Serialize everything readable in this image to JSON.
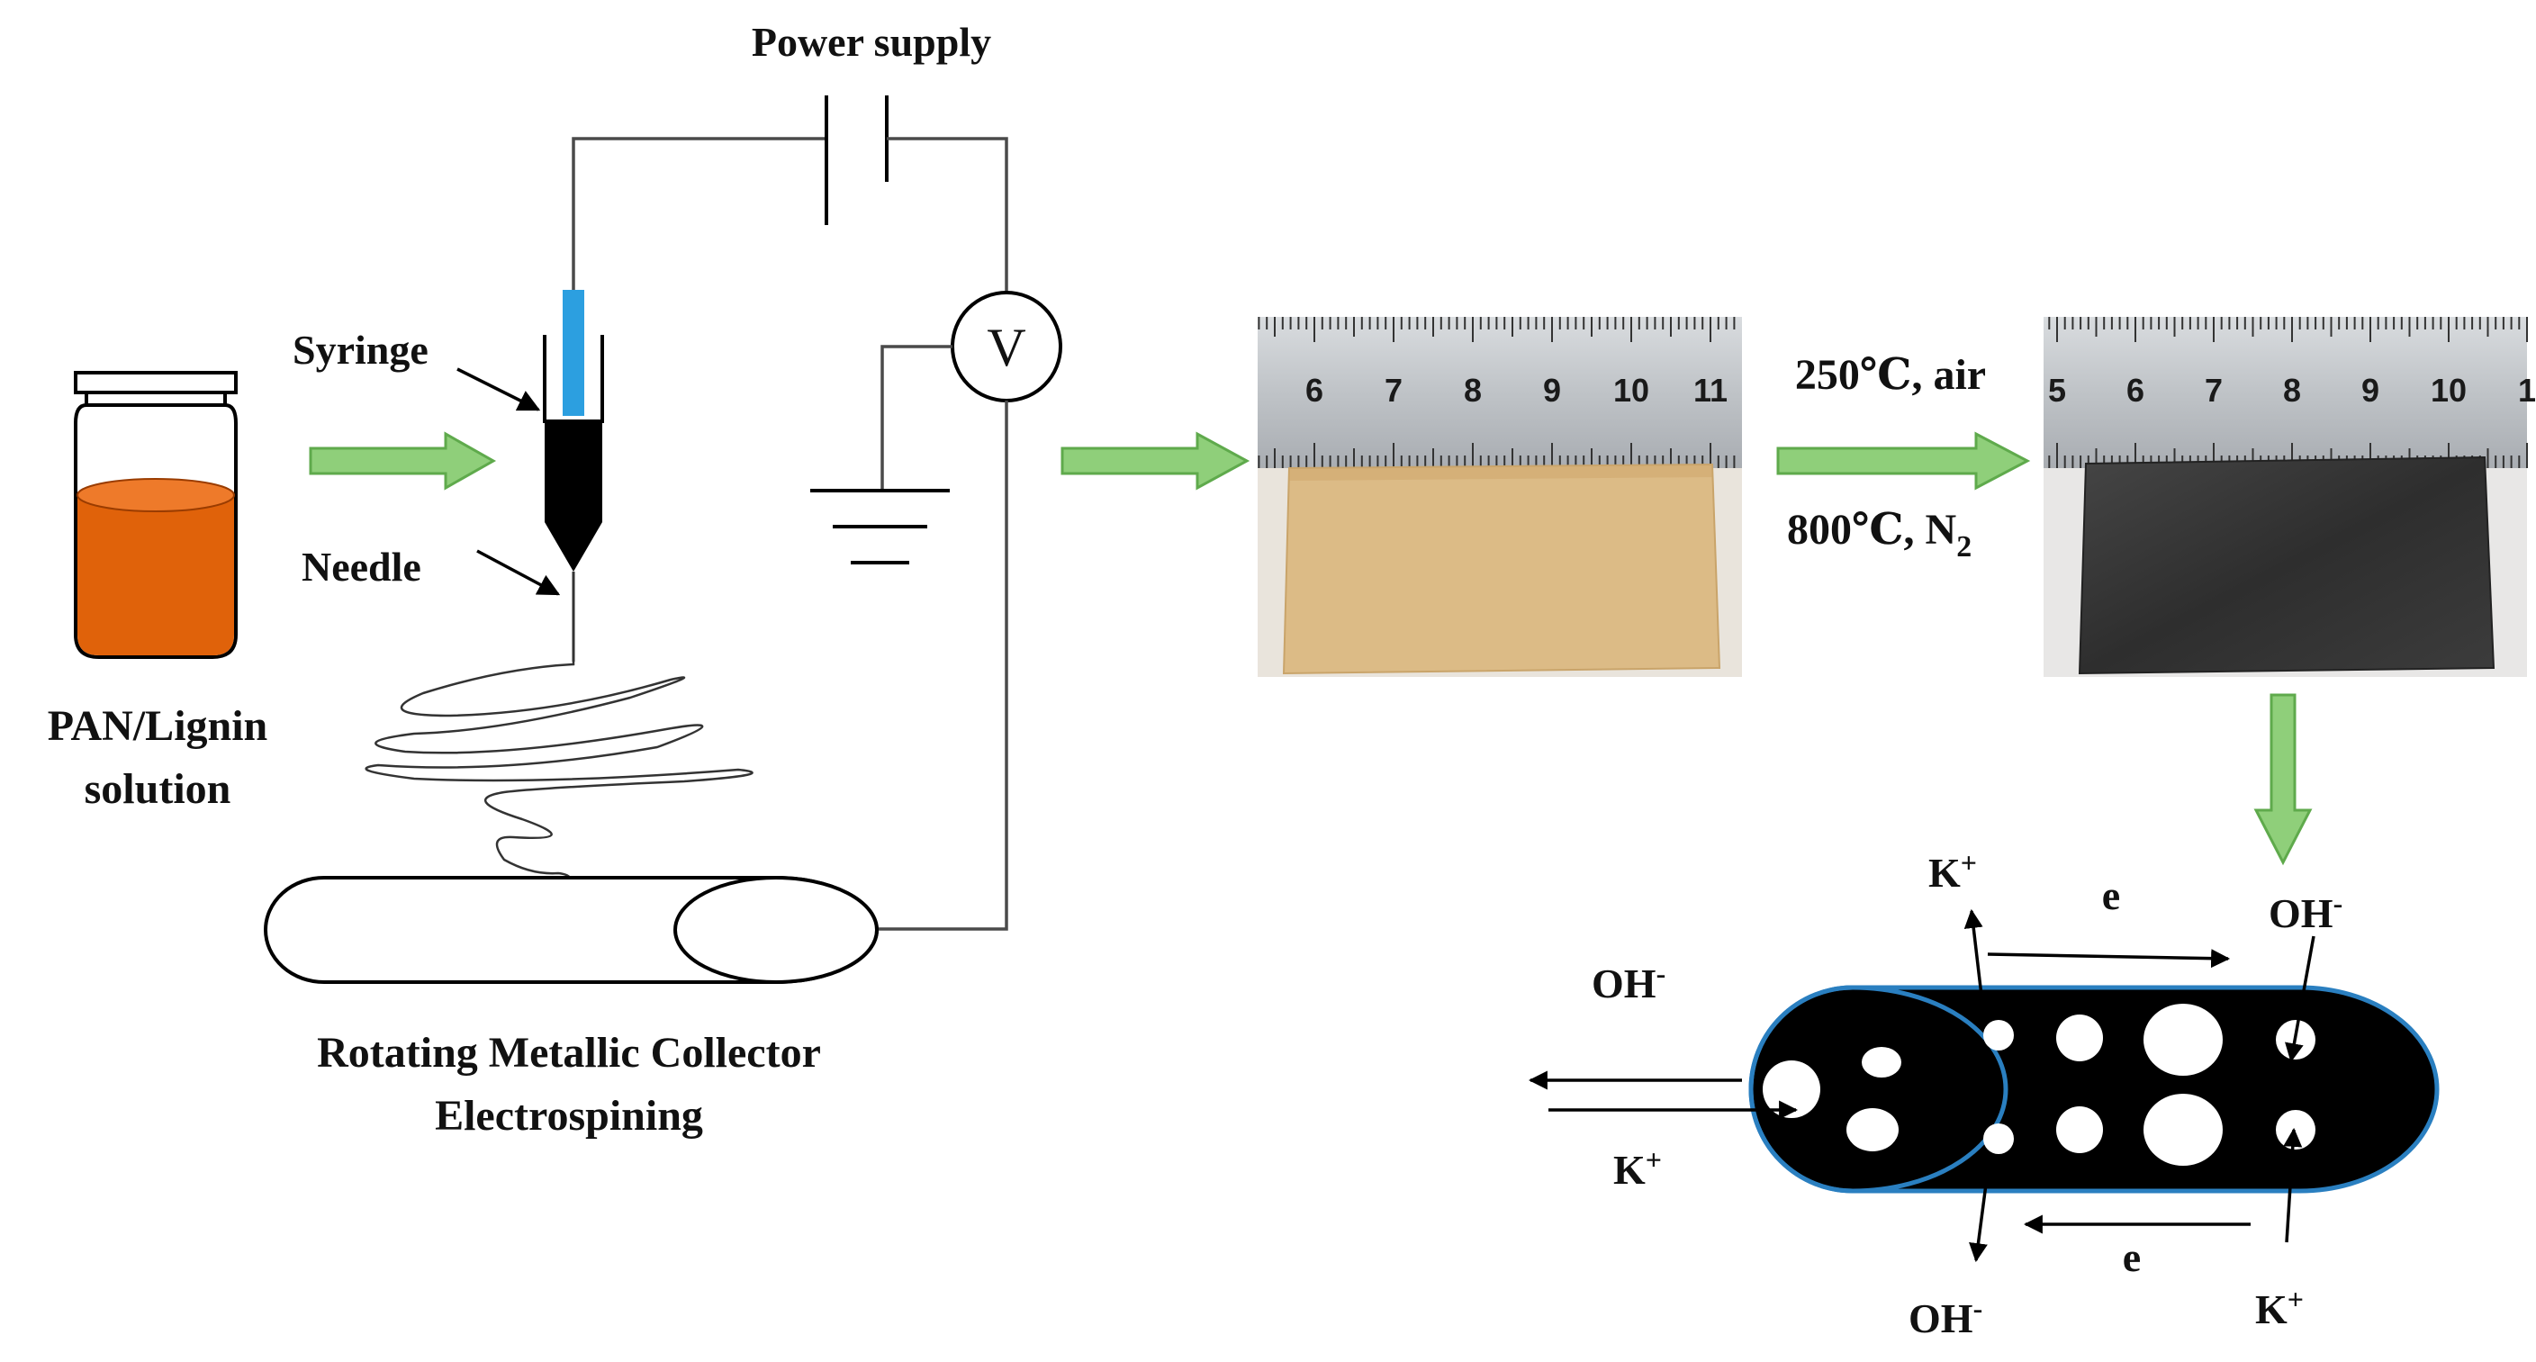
{
  "labels": {
    "power_supply": "Power supply",
    "syringe": "Syringe",
    "needle": "Needle",
    "solution_line1": "PAN/Lignin",
    "solution_line2": "solution",
    "voltmeter": "V",
    "collector_line1": "Rotating Metallic Collector",
    "collector_line2": "Electrospining",
    "condition_top": "250℃, air",
    "condition_bottom_prefix": "800℃, N",
    "condition_bottom_sub": "2"
  },
  "ruler_left_numbers": [
    "6",
    "7",
    "8",
    "9",
    "10",
    "11"
  ],
  "ruler_right_numbers": [
    "5",
    "6",
    "7",
    "8",
    "9",
    "10",
    "1"
  ],
  "ions": {
    "k_plus_top": "K",
    "k_plus_top_sup": "+",
    "e_top": "e",
    "oh_top": "OH",
    "oh_top_sup": "-",
    "oh_left": "OH",
    "oh_left_sup": "-",
    "k_plus_left": "K",
    "k_plus_left_sup": "+",
    "oh_bottom": "OH",
    "oh_bottom_sup": "-",
    "e_bottom": "e",
    "k_plus_bottom": "K",
    "k_plus_bottom_sup": "+"
  },
  "colors": {
    "solution": "#e0620a",
    "syringe_plunger": "#2c9fe0",
    "green_arrow": "#8fcf7a",
    "precursor_mat": "#dcbb86",
    "carbon_mat": "#3a3a3a",
    "fiber_outline": "#2a7fc0"
  }
}
